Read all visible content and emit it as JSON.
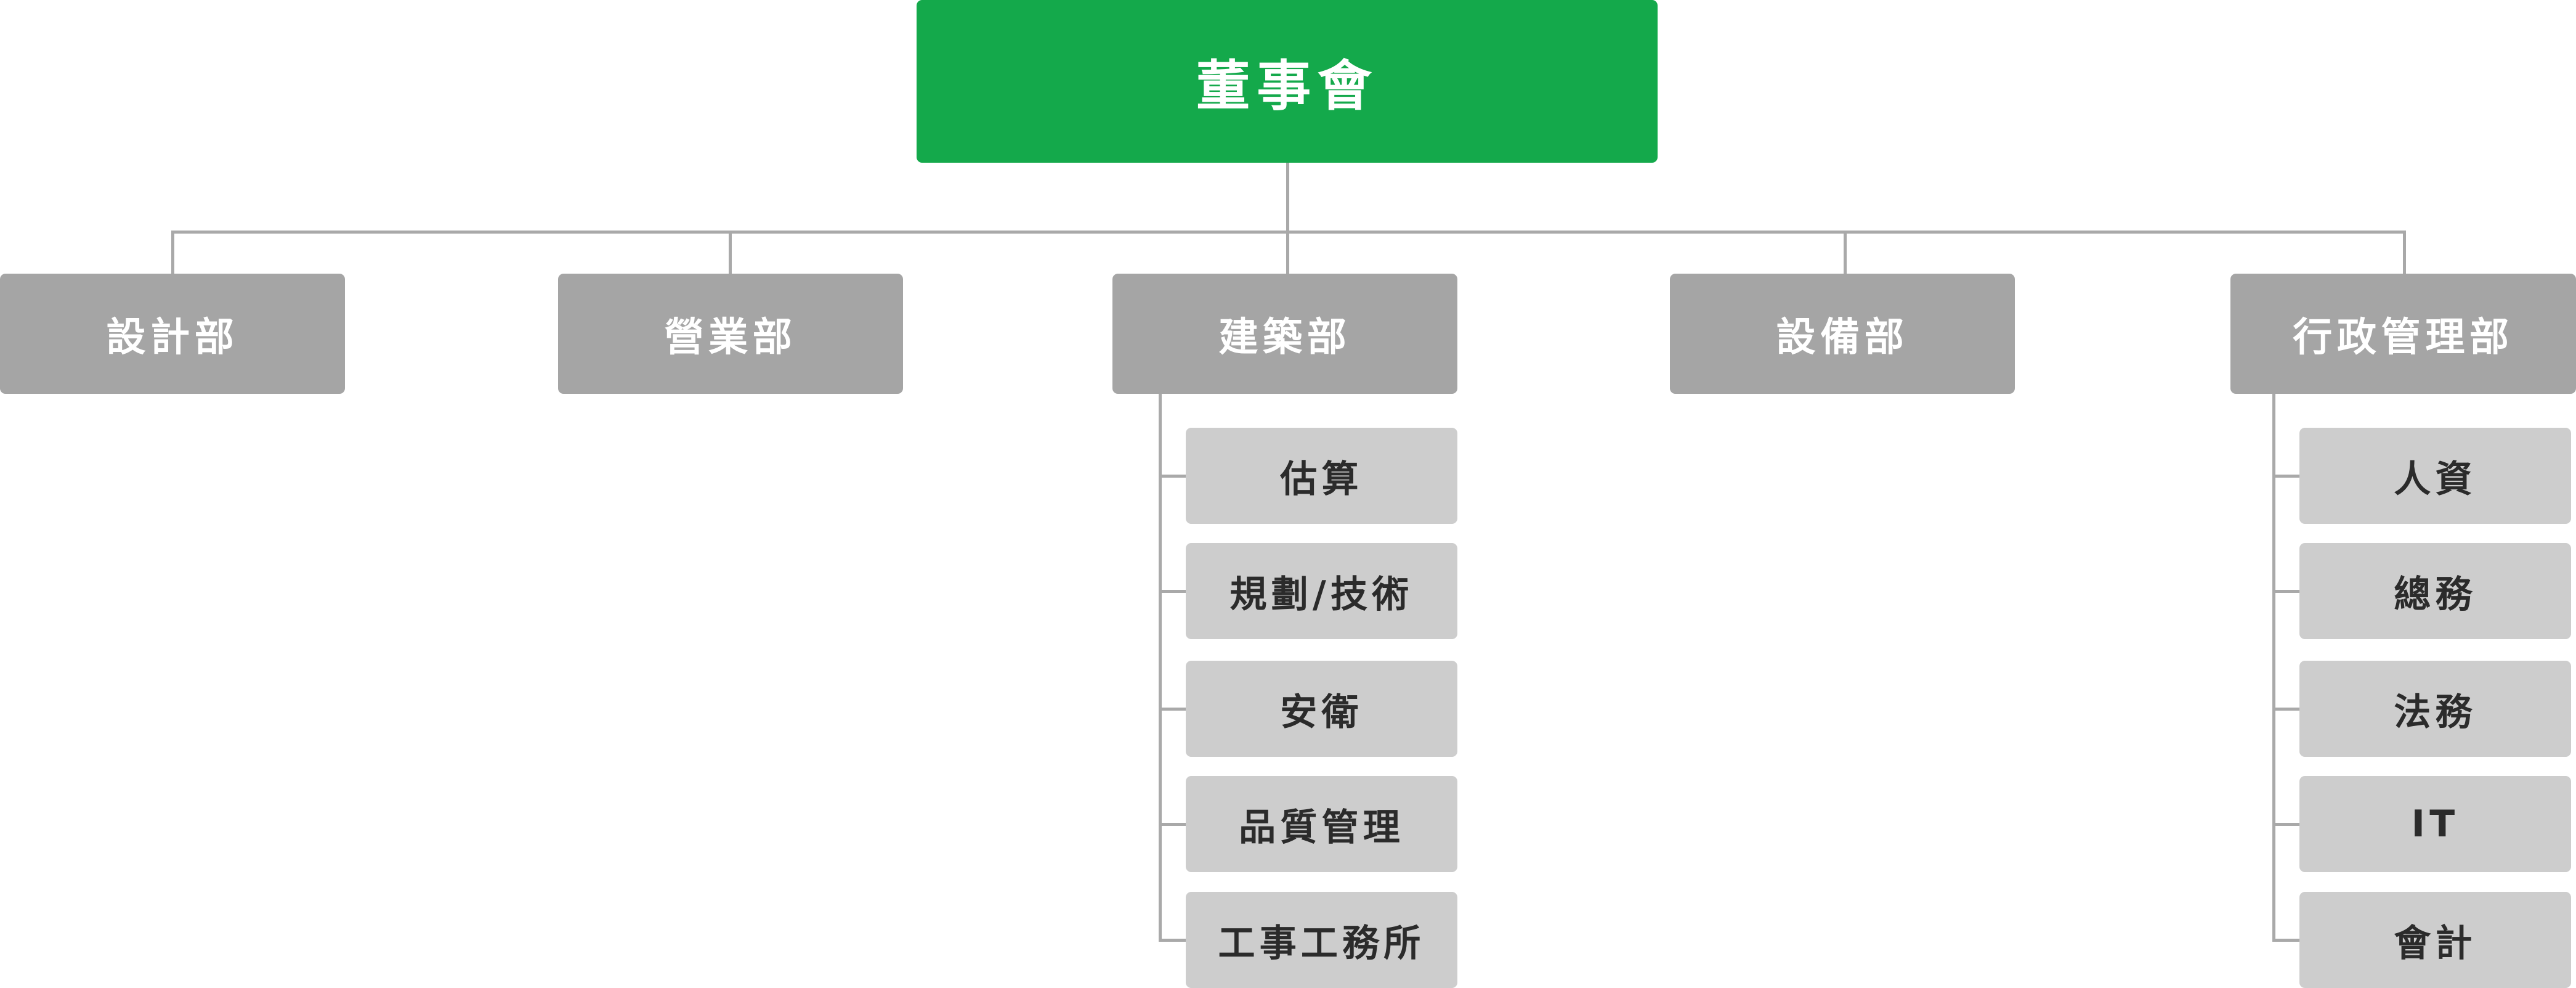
{
  "diagram": {
    "root": "董事會",
    "departments": [
      {
        "label": "設計部",
        "children": []
      },
      {
        "label": "營業部",
        "children": []
      },
      {
        "label": "建築部",
        "children": [
          "估算",
          "規劃/技術",
          "安衛",
          "品質管理",
          "工事工務所"
        ]
      },
      {
        "label": "設備部",
        "children": []
      },
      {
        "label": "行政管理部",
        "children": [
          "人資",
          "總務",
          "法務",
          "IT",
          "會計"
        ]
      }
    ],
    "colors": {
      "root_fill": "#14a94b",
      "department_fill": "#a5a5a5",
      "sub_unit_fill": "#cdcdcd",
      "connector": "#a9a9a9",
      "light_text": "#ffffff",
      "dark_text": "#2b2b2b"
    }
  }
}
